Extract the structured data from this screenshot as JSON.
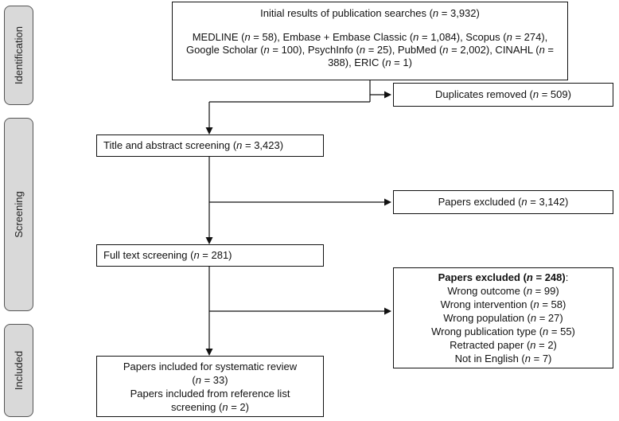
{
  "phases": {
    "identification": "Identification",
    "screening": "Screening",
    "included": "Included"
  },
  "initial": {
    "title_pre": "Initial results of publication searches (",
    "title_n": "n",
    "title_post": " = 3,932)",
    "l1_a": "MEDLINE (",
    "l1_b": " = 58), Embase + Embase Classic (",
    "l1_c": " = 1,084), Scopus (",
    "l1_d": " = 274),",
    "l2_a": "Google Scholar (",
    "l2_b": " = 100), PsychInfo (",
    "l2_c": " = 25), PubMed (",
    "l2_d": " = 2,002), CINAHL (",
    "l3_a": "388), ERIC (",
    "l3_b": " = 1)"
  },
  "duplicates": {
    "pre": "Duplicates removed (",
    "post": " = 509)"
  },
  "title_abstract": {
    "pre": "Title and abstract screening (",
    "post": " = 3,423)"
  },
  "excluded1": {
    "pre": "Papers excluded (",
    "post": " = 3,142)"
  },
  "fulltext": {
    "pre": "Full text screening (",
    "post": " = 281)"
  },
  "excluded2": {
    "head_pre": "Papers excluded (",
    "head_post": " = 248)",
    "head_colon": ":",
    "reasons": [
      {
        "pre": "Wrong outcome (",
        "post": " = 99)"
      },
      {
        "pre": "Wrong intervention (",
        "post": " = 58)"
      },
      {
        "pre": "Wrong population (",
        "post": " = 27)"
      },
      {
        "pre": "Wrong publication type (",
        "post": " = 55)"
      },
      {
        "pre": "Retracted paper (",
        "post": " = 2)"
      },
      {
        "pre": "Not in English (",
        "post": " = 7)"
      }
    ]
  },
  "included": {
    "l1": "Papers included for systematic review",
    "l2_pre": "(",
    "l2_post": " = 33)",
    "l3": "Papers included from reference list",
    "l4_pre": "screening (",
    "l4_post": " = 2)"
  },
  "n_symbol": "n"
}
